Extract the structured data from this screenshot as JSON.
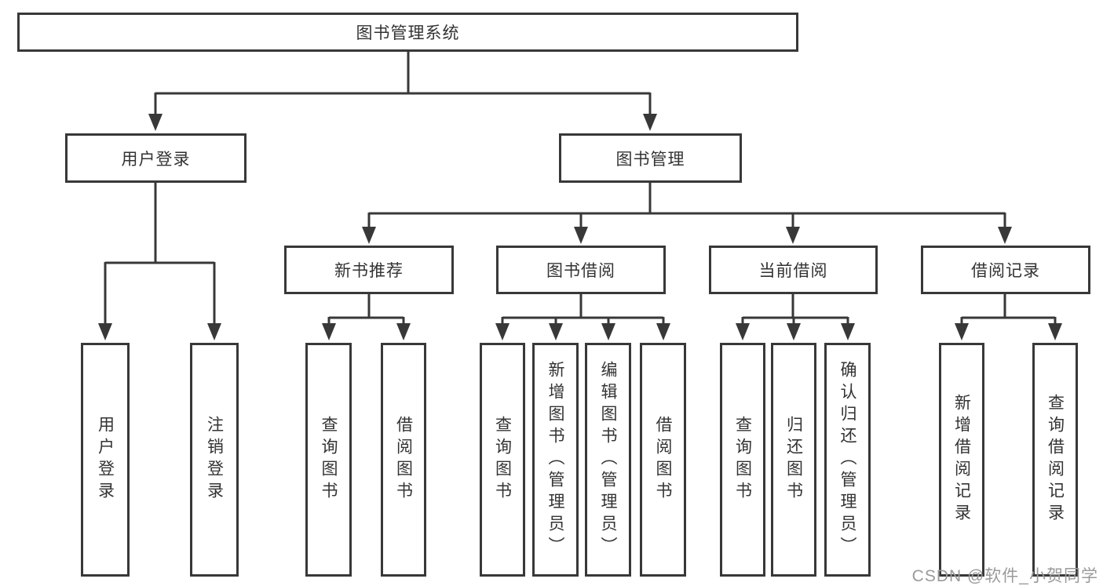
{
  "tree": {
    "root": {
      "label": "图书管理系统",
      "children": [
        {
          "label": "用户登录",
          "children": [
            {
              "label": "用户登录"
            },
            {
              "label": "注销登录"
            }
          ]
        },
        {
          "label": "图书管理",
          "children": [
            {
              "label": "新书推荐",
              "children": [
                {
                  "label": "查询图书"
                },
                {
                  "label": "借阅图书"
                }
              ]
            },
            {
              "label": "图书借阅",
              "children": [
                {
                  "label": "查询图书"
                },
                {
                  "label": "新增图书（管理员）"
                },
                {
                  "label": "编辑图书（管理员）"
                },
                {
                  "label": "借阅图书"
                }
              ]
            },
            {
              "label": "当前借阅",
              "children": [
                {
                  "label": "查询图书"
                },
                {
                  "label": "归还图书"
                },
                {
                  "label": "确认归还（管理员）"
                }
              ]
            },
            {
              "label": "借阅记录",
              "children": [
                {
                  "label": "新增借阅记录"
                },
                {
                  "label": "查询借阅记录"
                }
              ]
            }
          ]
        }
      ]
    }
  },
  "watermark": {
    "text": "CSDN @软件_小贺同学"
  },
  "colors": {
    "line": "#383838",
    "text": "#333333",
    "watermark": "#9a9a9a",
    "background": "#ffffff"
  }
}
